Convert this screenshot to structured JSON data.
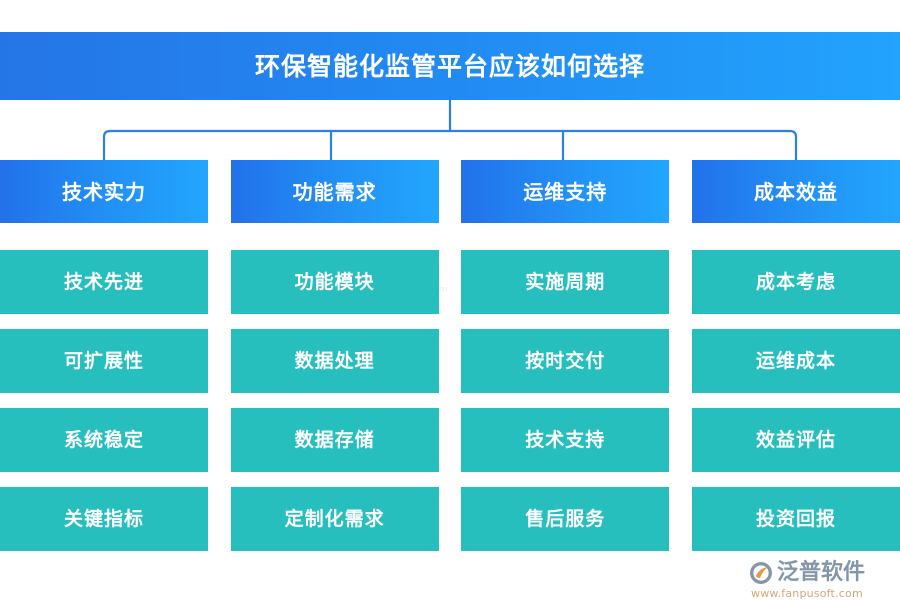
{
  "title": {
    "text": "环保智能化监管平台应该如何选择"
  },
  "colors": {
    "title_gradient_start": "#2575e6",
    "title_gradient_end": "#22a3fc",
    "header_gradient_start": "#2271ea",
    "header_gradient_end": "#22a6fd",
    "item_teal": "#27bfbd",
    "connector_line": "#2b7fe8",
    "logo_text": "#8596a8",
    "logo_url": "#d6a77a",
    "logo_mark_orange": "#e8983f",
    "background": "#ffffff"
  },
  "columns": [
    {
      "header": "技术实力",
      "items": [
        "技术先进",
        "可扩展性",
        "系统稳定",
        "关键指标"
      ]
    },
    {
      "header": "功能需求",
      "items": [
        "功能模块",
        "数据处理",
        "数据存储",
        "定制化需求"
      ]
    },
    {
      "header": "运维支持",
      "items": [
        "实施周期",
        "按时交付",
        "技术支持",
        "售后服务"
      ]
    },
    {
      "header": "成本效益",
      "items": [
        "成本考虑",
        "运维成本",
        "效益评估",
        "投资回报"
      ]
    }
  ],
  "logo": {
    "name": "泛普软件",
    "url": "www.fanpusoft.com"
  },
  "watermark": {
    "name": "泛普软件",
    "url": "www.fanpusoft.com"
  }
}
